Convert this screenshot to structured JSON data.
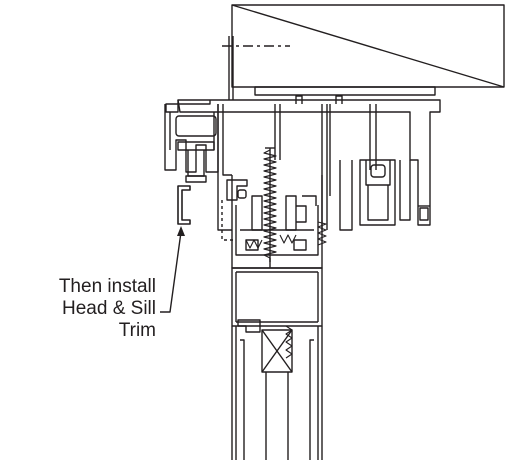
{
  "annotation": {
    "lines": [
      "Then install",
      "Head & Sill",
      "Trim"
    ]
  },
  "colors": {
    "ink": "#231f20",
    "background": "#ffffff"
  }
}
